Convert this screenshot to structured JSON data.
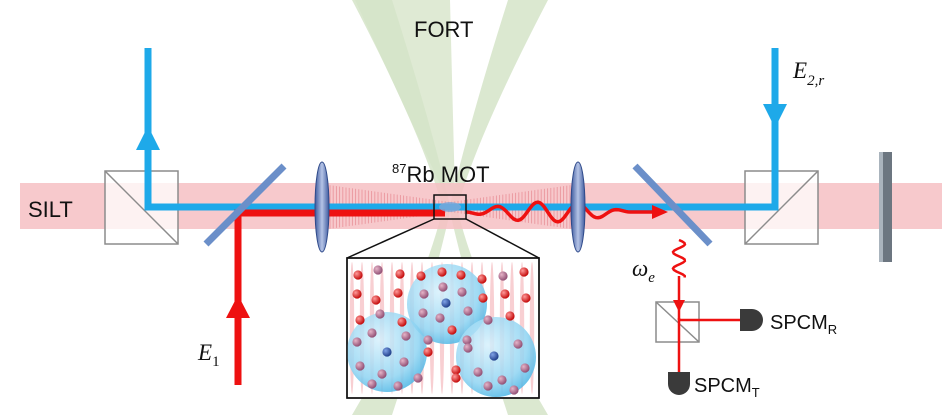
{
  "labels": {
    "fort": "FORT",
    "mot_sup": "87",
    "mot_text": "Rb MOT",
    "silt": "SILT",
    "e1_main": "E",
    "e1_sub": "1",
    "e2r_main": "E",
    "e2r_sub": "2,r",
    "omega_main": "ω",
    "omega_sub": "e",
    "spcm_r_main": "SPCM",
    "spcm_r_sub": "R",
    "spcm_t_main": "SPCM",
    "spcm_t_sub": "T"
  },
  "colors": {
    "silt_beam": "#f4b9be",
    "fort_beam": "#d5e4c8",
    "blue_beam": "#1ea9e9",
    "red_beam": "#ee1111",
    "mirror": "#6b8fc9",
    "lens": "#7e95c8",
    "atom_red": "#e02020",
    "atom_mixed": "#b06a8a",
    "atom_blue": "#2a4fa0",
    "blockade_sphere": "#8ed3f2"
  }
}
